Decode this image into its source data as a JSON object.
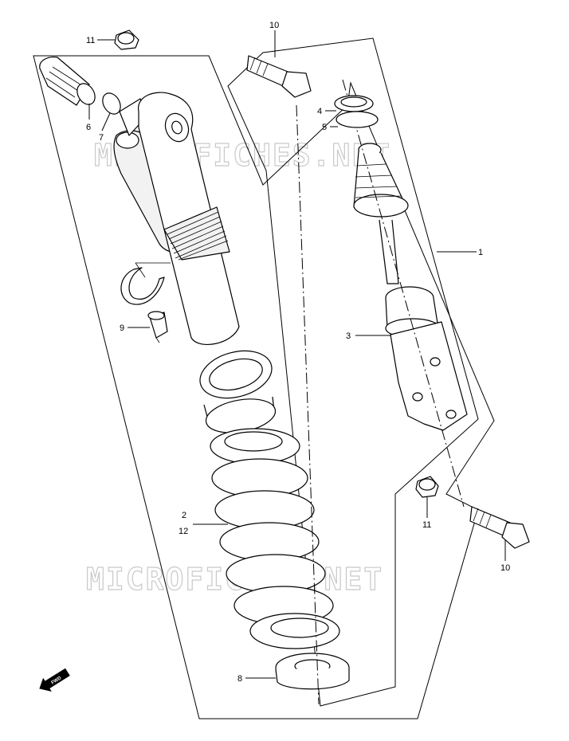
{
  "watermark": {
    "text": "MICROFICHES.NET"
  },
  "callouts": {
    "c1": "1",
    "c2": "2",
    "c3": "3",
    "c4": "4",
    "c5": "5",
    "c6": "6",
    "c7": "7",
    "c8": "8",
    "c9": "9",
    "c10a": "10",
    "c10b": "10",
    "c11a": "11",
    "c11b": "11",
    "c12": "12"
  },
  "direction_marker": {
    "text": "FWD",
    "icon": "fwd-arrow-icon"
  }
}
